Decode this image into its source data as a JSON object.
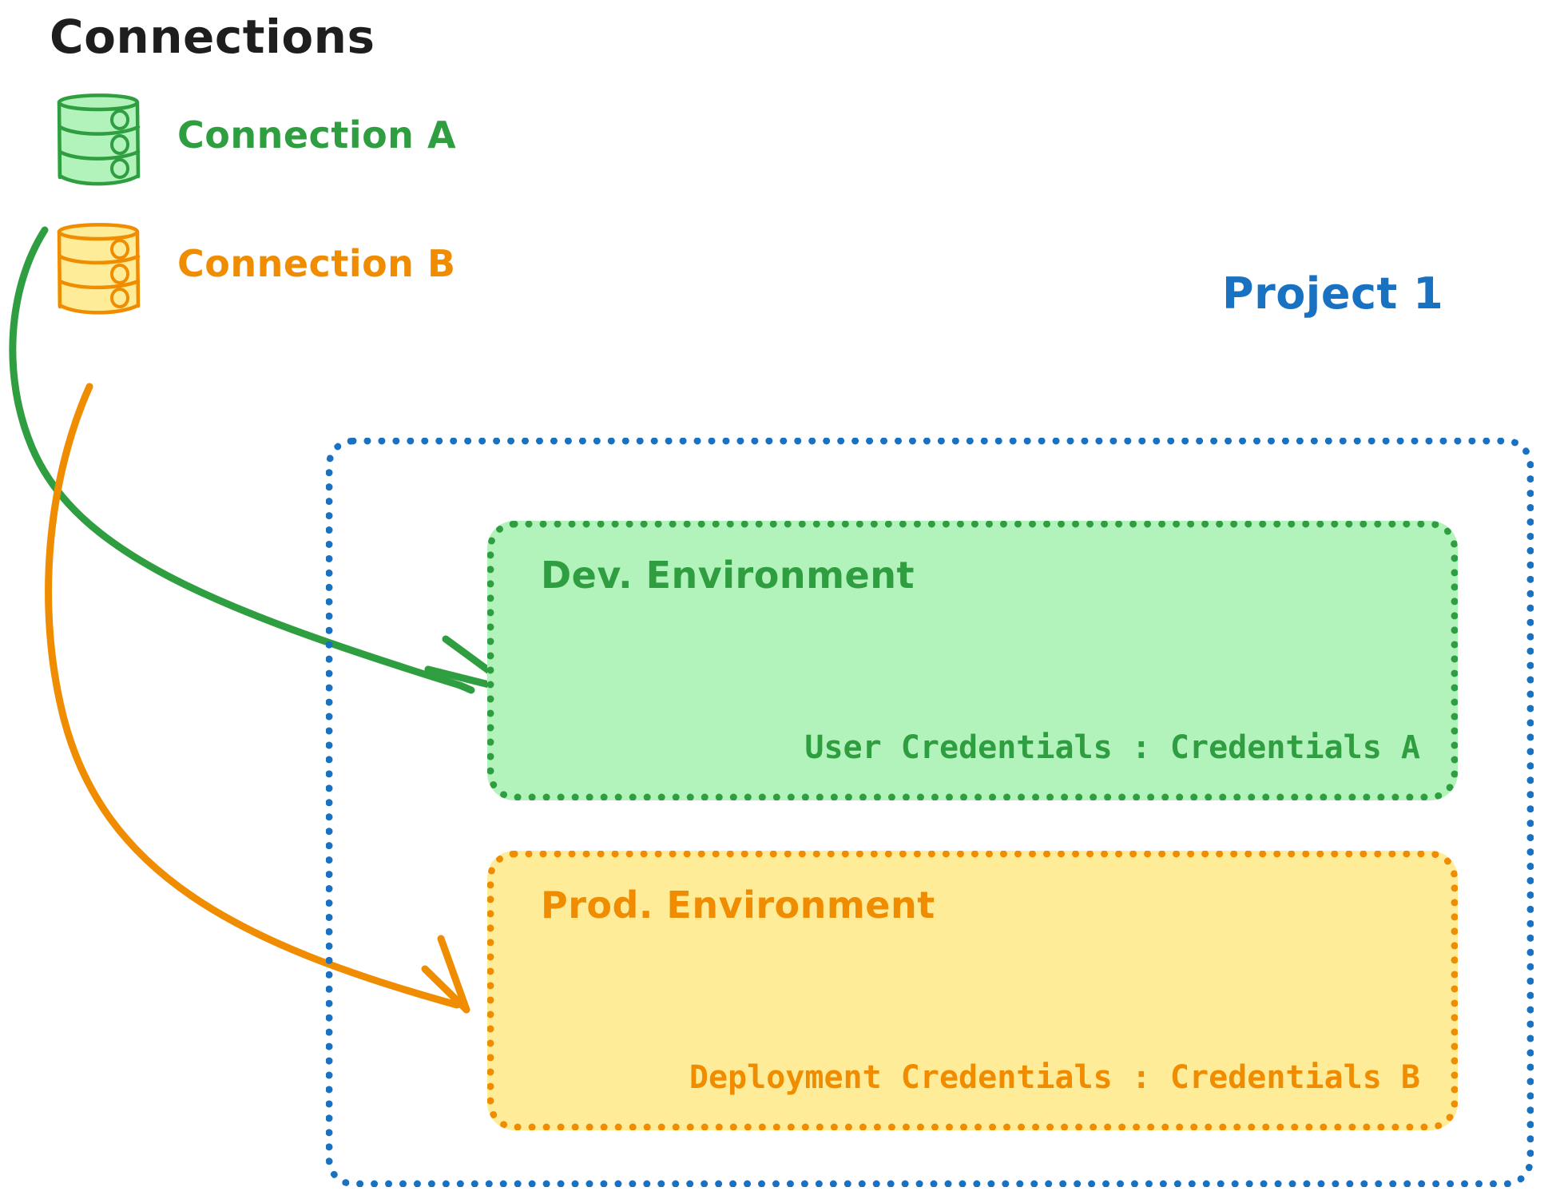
{
  "title": "Connections",
  "connections": [
    {
      "id": "a",
      "label": "Connection A",
      "color": "#2f9e41",
      "fill": "#b2f2bb",
      "icon": "database-icon"
    },
    {
      "id": "b",
      "label": "Connection B",
      "color": "#f08c00",
      "fill": "#ffec99",
      "icon": "database-icon"
    }
  ],
  "project": {
    "label": "Project 1",
    "color": "#1971c2",
    "environments": [
      {
        "id": "dev",
        "title": "Dev. Environment",
        "credential_label": "User Credentials : Credentials A",
        "color": "#2f9e41",
        "fill": "#b2f2bb"
      },
      {
        "id": "prod",
        "title": "Prod. Environment",
        "credential_label": "Deployment Credentials : Credentials B",
        "color": "#f08c00",
        "fill": "#ffec99"
      }
    ]
  },
  "arrows": [
    {
      "id": "a-to-dev",
      "from": "Connection A",
      "to": "Dev. Environment",
      "color": "#2f9e41"
    },
    {
      "id": "b-to-prod",
      "from": "Connection B",
      "to": "Prod. Environment",
      "color": "#f08c00"
    }
  ],
  "colors": {
    "title_text": "#1e1e1e",
    "green": "#2f9e41",
    "green_fill": "#b2f2bb",
    "orange": "#f08c00",
    "orange_fill": "#ffec99",
    "blue": "#1971c2",
    "background": "#ffffff"
  }
}
